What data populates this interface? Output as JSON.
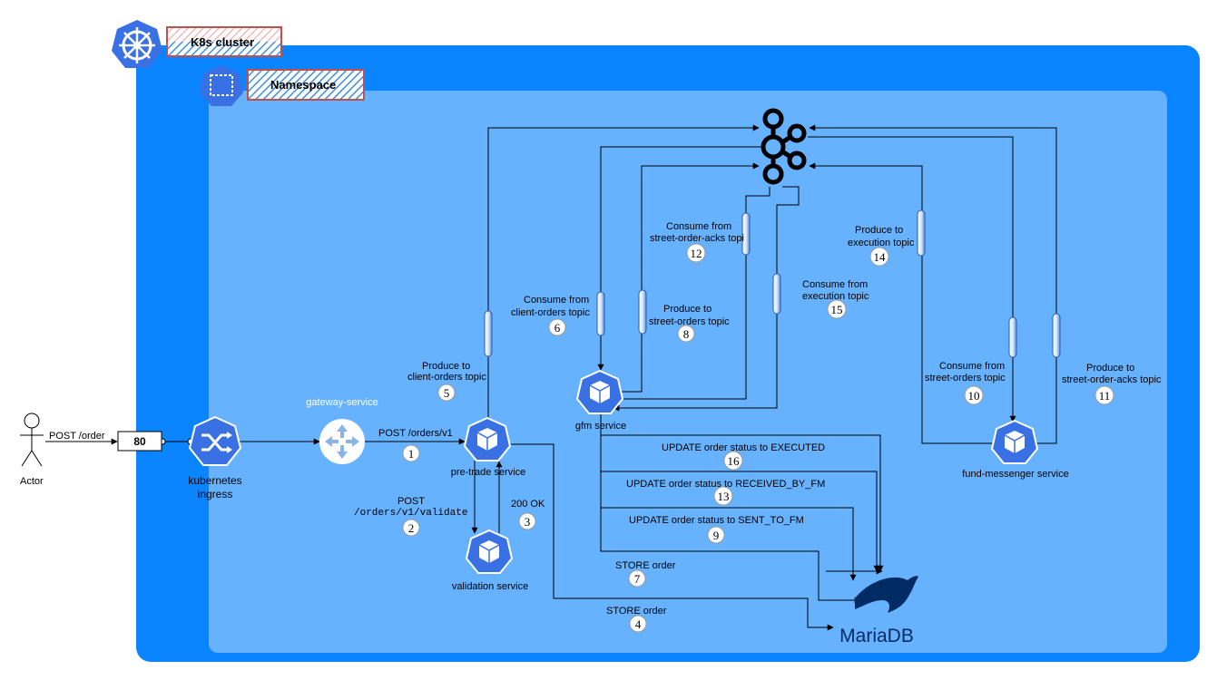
{
  "cluster": {
    "label": "K8s cluster",
    "color": "#0a84ff"
  },
  "namespace": {
    "label": "Namespace",
    "color": "#66b2ff"
  },
  "actor": {
    "label": "Actor"
  },
  "ingress": {
    "port": "80",
    "label_line1": "kubernetes",
    "label_line2": "ingress"
  },
  "services": {
    "gateway": "gateway-service",
    "pre_trade": "pre-trade service",
    "validation": "validation service",
    "gfm": "gfm service",
    "fund_messenger": "fund-messenger service"
  },
  "edges": {
    "post_order": "POST /order",
    "post_orders_v1": "POST /orders/v1",
    "post_validate_line1": "POST",
    "post_validate_line2": "/orders/v1/validate",
    "ok_200": "200 OK",
    "store_order_4": "STORE order",
    "store_order_7": "STORE order",
    "produce_client_line1": "Produce to",
    "produce_client_line2": "client-orders topic",
    "consume_client_line1": "Consume from",
    "consume_client_line2": "client-orders topic",
    "produce_street_line1": "Produce to",
    "produce_street_line2": "street-orders topic",
    "update_sent": "UPDATE order status to  SENT_TO_FM",
    "consume_street_line1": "Consume from",
    "consume_street_line2": "street-orders topic",
    "produce_acks_line1": "Produce to",
    "produce_acks_line2": "street-order-acks topic",
    "consume_acks_line1": "Consume from",
    "consume_acks_line2": "street-order-acks topi",
    "update_received": "UPDATE order status to  RECEIVED_BY_FM",
    "produce_exec_line1": "Produce to",
    "produce_exec_line2": "execution topic",
    "consume_exec_line1": "Consume from",
    "consume_exec_line2": "execution topic",
    "update_executed": "UPDATE order status to  EXECUTED"
  },
  "steps": [
    "1",
    "2",
    "3",
    "4",
    "5",
    "6",
    "7",
    "8",
    "9",
    "10",
    "11",
    "12",
    "13",
    "14",
    "15",
    "16"
  ],
  "mariadb": {
    "label": "MariaDB",
    "color": "#002b64"
  },
  "icons": [
    "kubernetes-icon",
    "namespace-icon",
    "actor-icon",
    "ingress-icon",
    "gateway-icon",
    "pod-icon",
    "kafka-icon",
    "topic-queue-icon",
    "mariadb-icon"
  ]
}
